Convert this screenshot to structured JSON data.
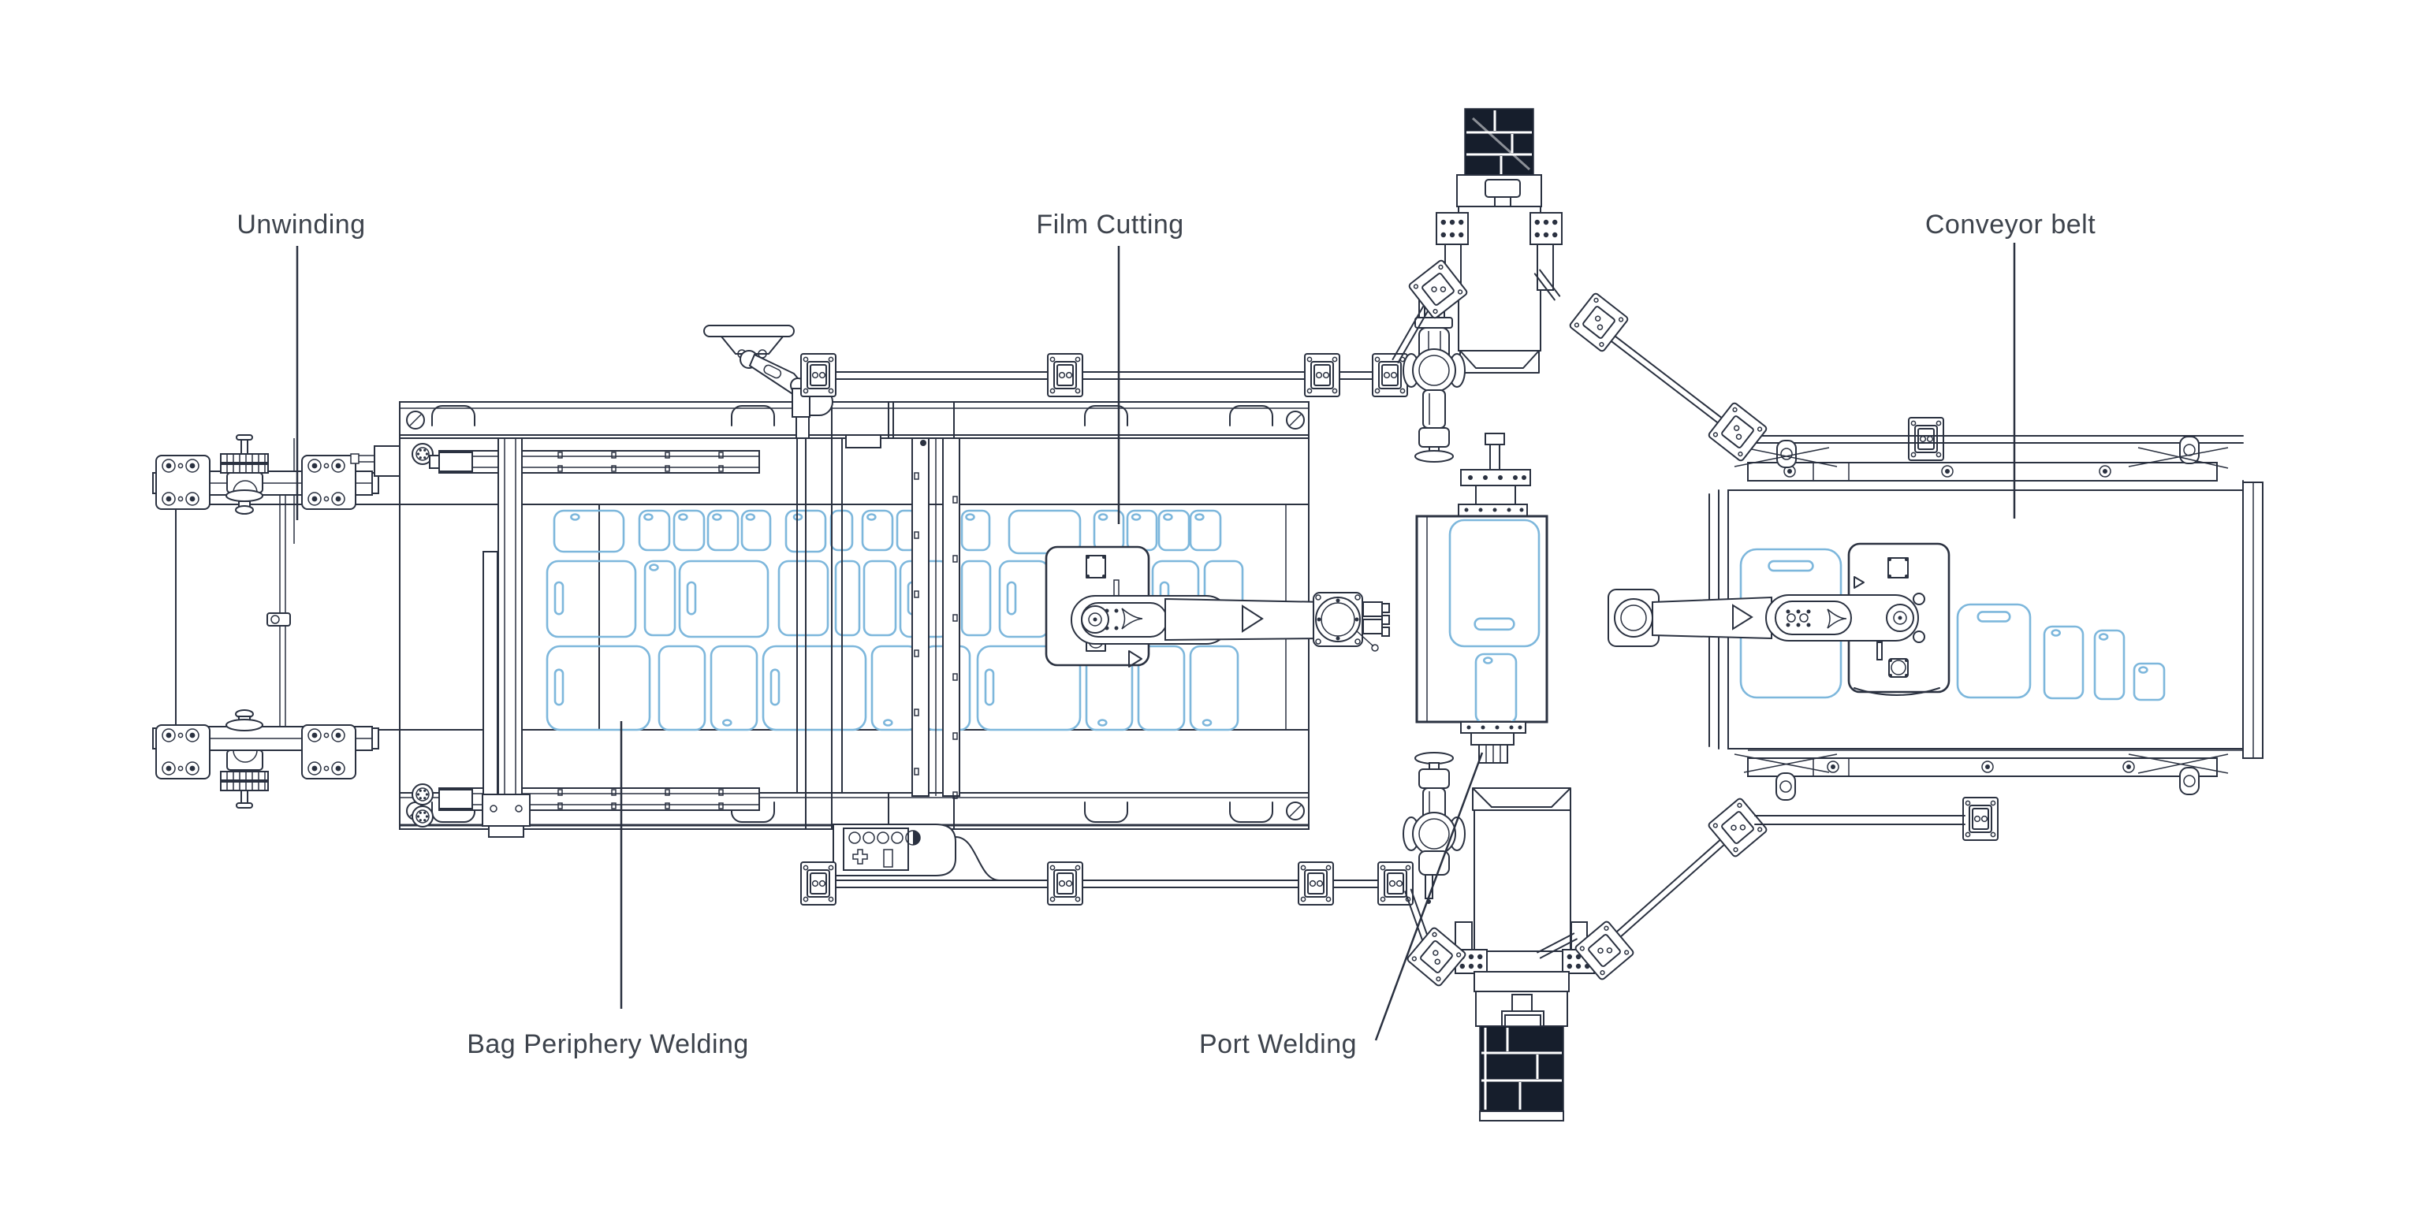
{
  "page": {
    "background": "#ffffff",
    "kind": "machine-layout-technical-drawing"
  },
  "colors": {
    "line": "#2a3140",
    "bag_outline": "#7db7dc",
    "dark_fill": "#161e2c",
    "label_text": "#3d434c"
  },
  "labels": {
    "unwinding": "Unwinding",
    "film_cutting": "Film Cutting",
    "conveyor_belt": "Conveyor belt",
    "bag_periphery_welding": "Bag Periphery Welding",
    "port_welding": "Port Welding"
  }
}
